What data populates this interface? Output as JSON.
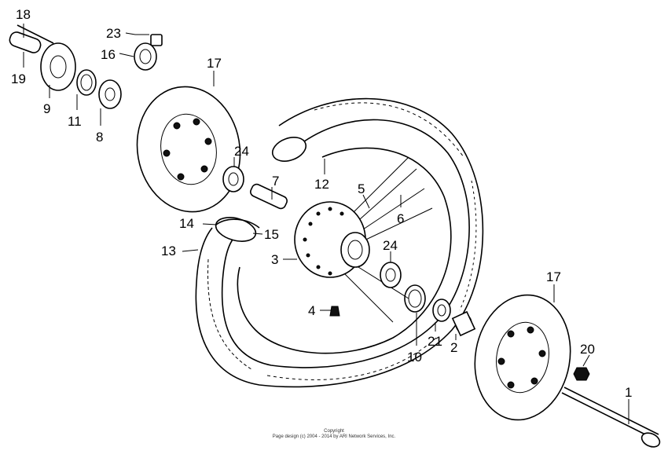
{
  "callouts": {
    "c1": "1",
    "c2": "2",
    "c3": "3",
    "c4": "4",
    "c5": "5",
    "c6": "6",
    "c7": "7",
    "c8": "8",
    "c9": "9",
    "c10": "10",
    "c11": "11",
    "c12": "12",
    "c13": "13",
    "c14": "14",
    "c15": "15",
    "c16": "16",
    "c17a": "17",
    "c17b": "17",
    "c18": "18",
    "c19": "19",
    "c20": "20",
    "c21": "21",
    "c23": "23",
    "c24a": "24",
    "c24b": "24"
  },
  "footer": {
    "line1": "Copyright",
    "line2": "Page design (c) 2004 - 2014 by ARI Network Services, Inc."
  }
}
